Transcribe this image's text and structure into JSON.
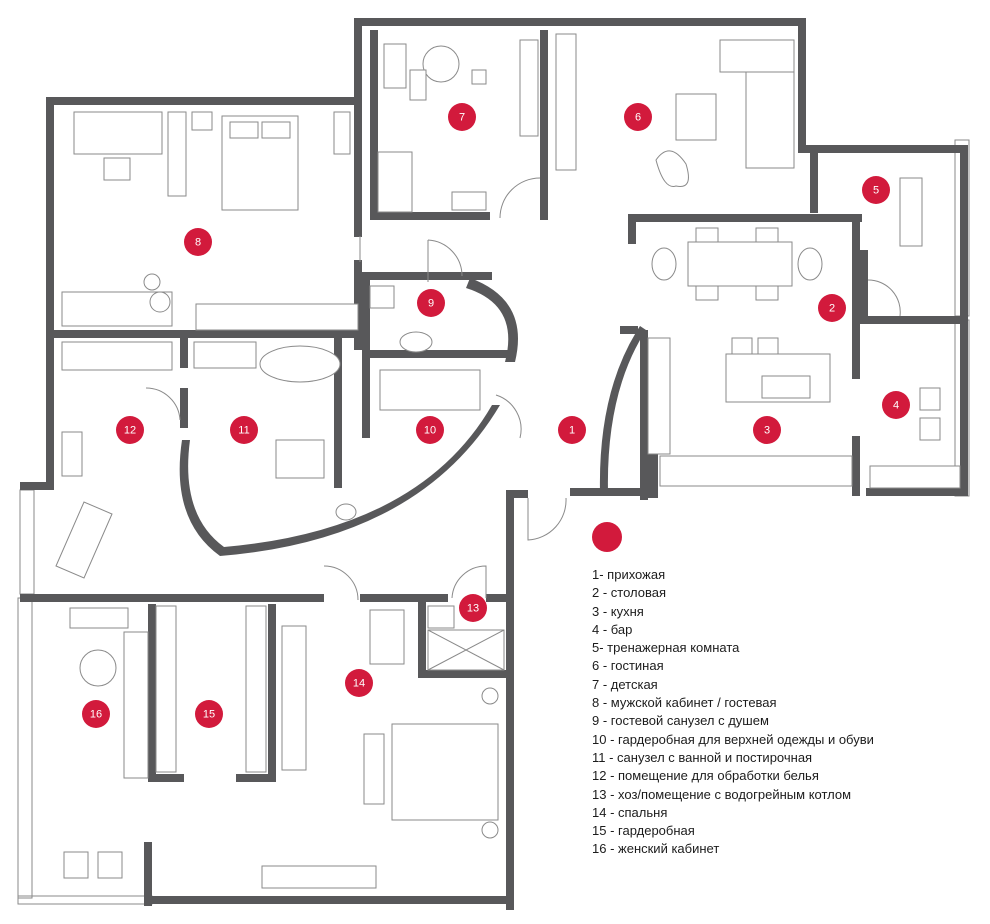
{
  "legend": [
    "1- прихожая",
    "2 - столовая",
    "3 - кухня",
    "4 - бар",
    "5- тренажерная комната",
    "6 - гостиная",
    "7 - детская",
    "8 - мужской кабинет / гостевая",
    "9 - гостевой санузел с душем",
    "10 - гардеробная для верхней одежды и обуви",
    "11 - санузел с ванной и постирочная",
    "12 - помещение для обработки белья",
    "13 - хоз/помещение с водогрейным котлом",
    "14 - спальня",
    "15 - гардеробная",
    "16 - женский  кабинет"
  ],
  "rooms": [
    "1",
    "2",
    "3",
    "4",
    "5",
    "6",
    "7",
    "8",
    "9",
    "10",
    "11",
    "12",
    "13",
    "14",
    "15",
    "16"
  ],
  "colors": {
    "marker": "#d21a3c",
    "wall": "#58585a"
  }
}
